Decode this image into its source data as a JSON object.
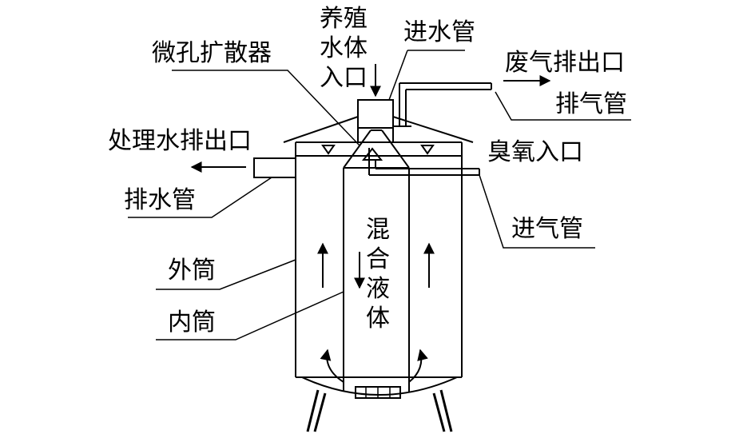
{
  "labels": {
    "culture_water_inlet": [
      "养殖",
      "水体",
      "入口"
    ],
    "water_inlet_pipe": "进水管",
    "micropore_diffuser": "微孔扩散器",
    "exhaust_outlet": "废气排出口",
    "exhaust_pipe": "排气管",
    "treated_water_outlet": "处理水排出口",
    "ozone_inlet": "臭氧入口",
    "drain_pipe": "排水管",
    "air_inlet_pipe": "进气管",
    "outer_cylinder": "外筒",
    "mixed_liquid": [
      "混",
      "合",
      "液",
      "体"
    ],
    "inner_cylinder": "内筒"
  }
}
